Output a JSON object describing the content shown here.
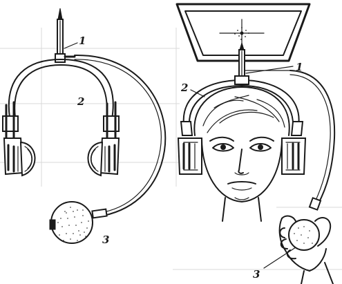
{
  "labels": {
    "left_1": "1",
    "left_2": "2",
    "left_3": "3",
    "right_1": "1",
    "right_2": "2",
    "right_3": "3"
  }
}
